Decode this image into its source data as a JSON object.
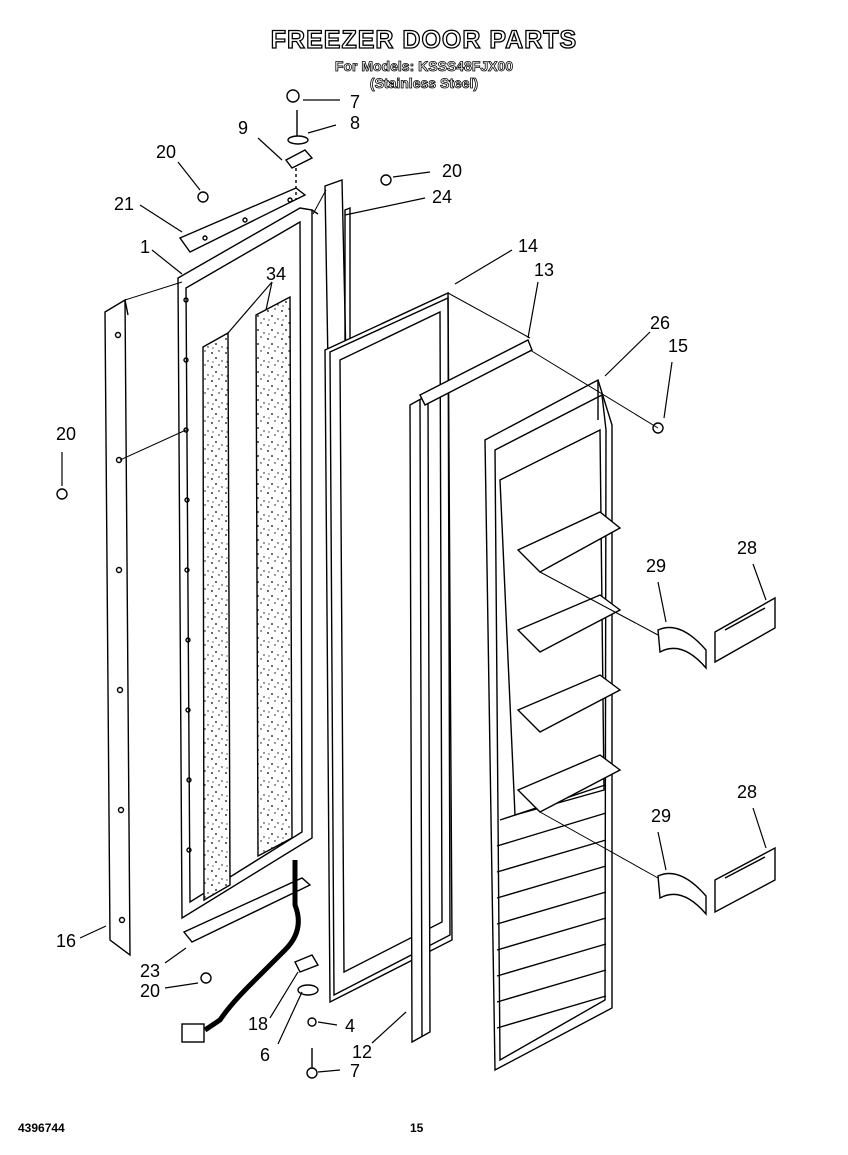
{
  "header": {
    "title": "FREEZER DOOR PARTS",
    "models": "For Models: KSSS48FJX00",
    "finish": "(Stainless Steel)"
  },
  "footer": {
    "doc_number": "4396744",
    "page_number": "15"
  },
  "callouts": [
    "7",
    "8",
    "9",
    "20",
    "20",
    "24",
    "21",
    "1",
    "34",
    "14",
    "13",
    "26",
    "15",
    "20",
    "28",
    "29",
    "28",
    "29",
    "16",
    "23",
    "20",
    "18",
    "4",
    "6",
    "12",
    "7"
  ]
}
